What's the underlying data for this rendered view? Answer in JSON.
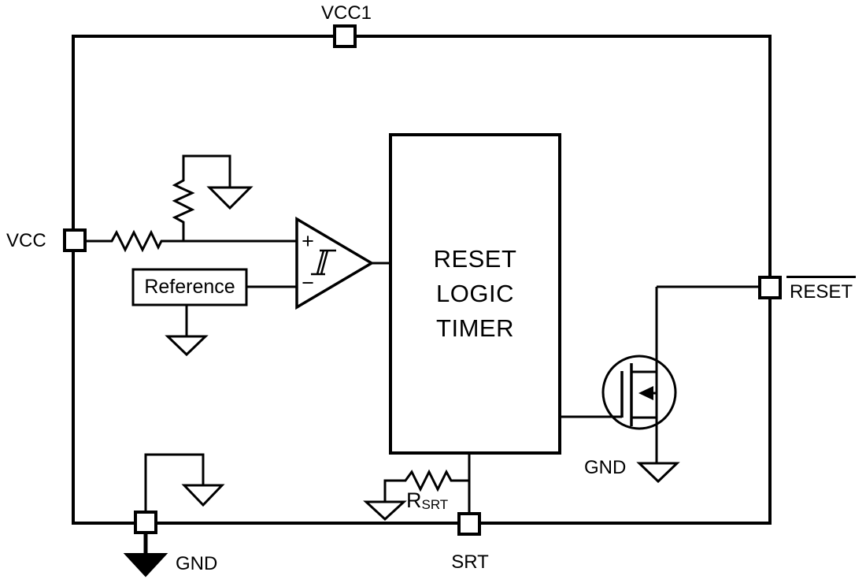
{
  "diagram": {
    "kind": "ic-functional-block-diagram",
    "colors": {
      "line": "#000000",
      "background": "#ffffff"
    },
    "pins": {
      "vcc1": "VCC1",
      "vcc": "VCC",
      "reset": "RESET",
      "gnd": "GND",
      "srt": "SRT"
    },
    "blocks": {
      "reference": "Reference",
      "timer": {
        "line1": "RESET",
        "line2": "LOGIC",
        "line3": "TIMER"
      }
    },
    "comparator": {
      "plus": "+",
      "minus": "−"
    },
    "labels": {
      "mosfet_gnd": "GND",
      "rsrt_base": "R",
      "rsrt_sub": "SRT"
    }
  }
}
